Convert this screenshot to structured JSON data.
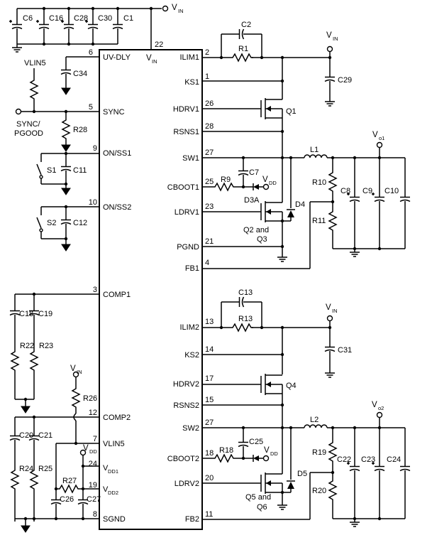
{
  "ic": {
    "vin_label": "V",
    "vin_sub": "IN",
    "vin_pin": "22",
    "left_pins": [
      {
        "num": "6",
        "name": "UV-DLY"
      },
      {
        "num": "5",
        "name": "SYNC"
      },
      {
        "num": "9",
        "name": "ON/SS1"
      },
      {
        "num": "10",
        "name": "ON/SS2"
      },
      {
        "num": "3",
        "name": "COMP1"
      },
      {
        "num": "12",
        "name": "COMP2"
      },
      {
        "num": "7",
        "name": "VLIN5"
      },
      {
        "num": "24",
        "name": "V",
        "sub": "DD1"
      },
      {
        "num": "19",
        "name": "V",
        "sub": "DD2"
      },
      {
        "num": "8",
        "name": "SGND"
      }
    ],
    "right_pins": [
      {
        "num": "2",
        "name": "ILIM1"
      },
      {
        "num": "1",
        "name": "KS1"
      },
      {
        "num": "26",
        "name": "HDRV1"
      },
      {
        "num": "28",
        "name": "RSNS1"
      },
      {
        "num": "27",
        "name": "SW1"
      },
      {
        "num": "25",
        "name": "CBOOT1"
      },
      {
        "num": "23",
        "name": "LDRV1"
      },
      {
        "num": "21",
        "name": "PGND"
      },
      {
        "num": "4",
        "name": "FB1"
      },
      {
        "num": "13",
        "name": "ILIM2"
      },
      {
        "num": "14",
        "name": "KS2"
      },
      {
        "num": "17",
        "name": "HDRV2"
      },
      {
        "num": "15",
        "name": "RSNS2"
      },
      {
        "num": "27",
        "name": "SW2"
      },
      {
        "num": "18",
        "name": "CBOOT2"
      },
      {
        "num": "20",
        "name": "LDRV2"
      },
      {
        "num": "11",
        "name": "FB2"
      }
    ]
  },
  "rails": {
    "v": "V",
    "in_sub": "IN",
    "dd_sub": "DD",
    "o1_sub": "o1",
    "o2_sub": "o2",
    "vlin5": "VLIN5",
    "sync_pgood_1": "SYNC/",
    "sync_pgood_2": "PGOOD"
  },
  "components": {
    "C6": "C6",
    "C16": "C16",
    "C28": "C28",
    "C30": "C30",
    "C1": "C1",
    "C34": "C34",
    "R28": "R28",
    "S1": "S1",
    "C11": "C11",
    "S2": "S2",
    "C12": "C12",
    "C18": "C18",
    "C19": "C19",
    "R22": "R22",
    "R23": "R23",
    "R26": "R26",
    "C20": "C20",
    "C21": "C21",
    "R24": "R24",
    "R25": "R25",
    "R27": "R27",
    "C26": "C26",
    "C27": "C27",
    "C2": "C2",
    "R1": "R1",
    "C29": "C29",
    "Q1": "Q1",
    "L1": "L1",
    "R9": "R9",
    "C7": "C7",
    "D3A": "D3A",
    "D4": "D4",
    "Q2Q3_1": "Q2 and",
    "Q2Q3_2": "Q3",
    "R10": "R10",
    "R11": "R11",
    "C8": "C8",
    "C9": "C9",
    "C10": "C10",
    "C13": "C13",
    "R13": "R13",
    "C31": "C31",
    "Q4": "Q4",
    "L2": "L2",
    "R18": "R18",
    "C25": "C25",
    "D5": "D5",
    "Q5Q6_1": "Q5 and",
    "Q5Q6_2": "Q6",
    "R19": "R19",
    "R20": "R20",
    "C22": "C22",
    "C23": "C23",
    "C24": "C24"
  }
}
